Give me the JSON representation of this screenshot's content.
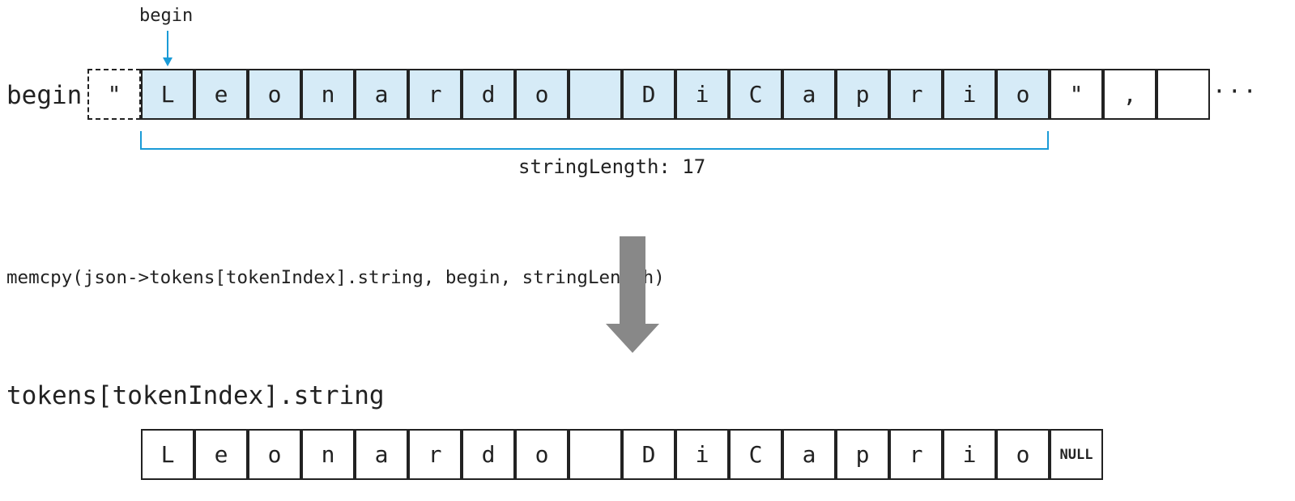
{
  "pointer": {
    "label": "begin"
  },
  "source": {
    "label": "begin",
    "quote_open": "\"",
    "chars": [
      "L",
      "e",
      "o",
      "n",
      "a",
      "r",
      "d",
      "o",
      " ",
      "D",
      "i",
      "C",
      "a",
      "p",
      "r",
      "i",
      "o"
    ],
    "trailing": [
      "\"",
      ",",
      ""
    ],
    "ellipsis": "···",
    "highlight_color": "#d6ebf7"
  },
  "length_label": "stringLength: 17",
  "operation": "memcpy(json->tokens[tokenIndex].string, begin, stringLength)",
  "destination": {
    "label": "tokens[tokenIndex].string",
    "chars": [
      "L",
      "e",
      "o",
      "n",
      "a",
      "r",
      "d",
      "o",
      " ",
      "D",
      "i",
      "C",
      "a",
      "p",
      "r",
      "i",
      "o"
    ],
    "terminator": "NULL"
  },
  "colors": {
    "accent": "#1a9bd7",
    "arrow": "#888888",
    "stroke": "#222222"
  }
}
